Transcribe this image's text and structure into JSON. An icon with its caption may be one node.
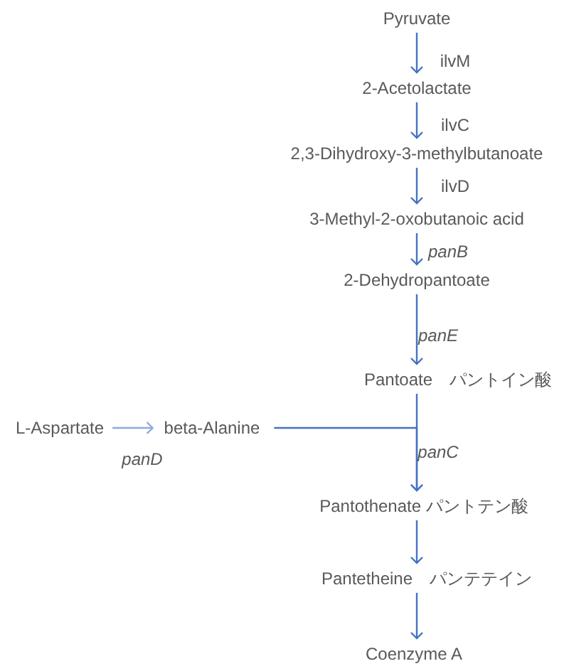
{
  "diagram": {
    "nodes": [
      {
        "text": [
          "Pyruvate"
        ]
      },
      {
        "text": [
          "2-Acetolactate"
        ]
      },
      {
        "text": [
          "2,3-Dihydroxy-3-methylbutanoate"
        ]
      },
      {
        "text": [
          "3-Methyl-2-oxobutanoic acid"
        ]
      },
      {
        "text": [
          "2-Dehydropantoate"
        ]
      },
      {
        "text": [
          "Pantoate　パントイン酸"
        ]
      },
      {
        "text": [
          "L-Aspartate"
        ]
      },
      {
        "text": [
          "beta-Alanine"
        ]
      },
      {
        "text": [
          "Pantothenate パントテン酸"
        ]
      },
      {
        "text": [
          "Pantetheine　パンテテイン"
        ]
      },
      {
        "text": [
          "Coenzyme A"
        ]
      }
    ],
    "edges": [
      {
        "from": 0,
        "to": 1,
        "arrow": "to",
        "label": "ilvM"
      },
      {
        "from": 1,
        "to": 2,
        "arrow": "to",
        "label": "ilvC"
      },
      {
        "from": 2,
        "to": 3,
        "arrow": "to",
        "label": "ilvD"
      },
      {
        "from": 3,
        "to": 4,
        "arrow": "to",
        "label": "panB"
      },
      {
        "from": 4,
        "to": 5,
        "arrow": "to",
        "label": "panE"
      },
      {
        "from": 6,
        "to": 7,
        "arrow": "to",
        "label": "panD",
        "color": "#8faadc"
      },
      {
        "from": 5,
        "to": 8,
        "arrow": "to",
        "label": "panC"
      },
      {
        "from": 7,
        "to": 8,
        "arrow": "to"
      },
      {
        "from": 8,
        "to": 9,
        "arrow": "to"
      },
      {
        "from": 9,
        "to": 10,
        "arrow": "to"
      }
    ]
  }
}
